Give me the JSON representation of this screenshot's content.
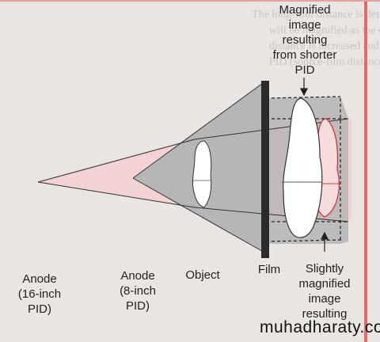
{
  "labels": {
    "anode_16": [
      "Anode",
      "(16-inch",
      "PID)"
    ],
    "anode_8": [
      "Anode",
      "(8-inch",
      "PID)"
    ],
    "object": "Object",
    "film": "Film",
    "magnified": [
      "Magnified",
      "image",
      "resulting",
      "from shorter",
      "PID"
    ],
    "slightly": [
      "Slightly",
      "magnified",
      "image",
      "resulting"
    ]
  },
  "background_text": [
    "The long-film distance is determined",
    "will be magnified as the object-film",
    "distance is increased and the source-",
    "PID (source-film distance)."
  ],
  "watermark": "muhadharaty.com",
  "colors": {
    "background": "#e9e5e2",
    "pink_beam": "#f3d2d3",
    "gray_beam": "#b9b8b8",
    "film": "#2b2b2b",
    "red_outline": "#d23a3a",
    "border": "#e06b6b"
  }
}
